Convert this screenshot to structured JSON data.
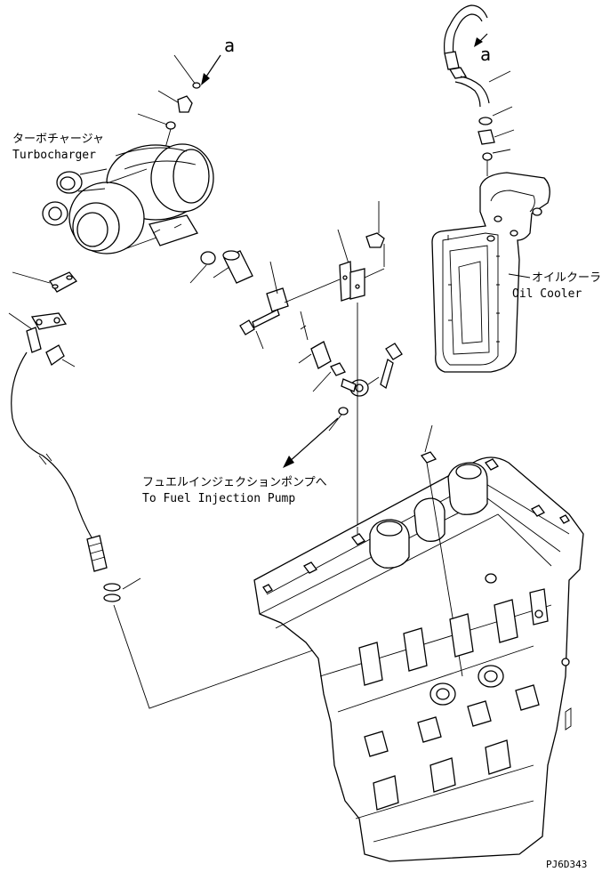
{
  "callout_a_left": "a",
  "callout_a_right": "a",
  "labels": {
    "turbo_jp": "ターボチャージャ",
    "turbo_en": "Turbocharger",
    "oil_cooler_jp": "オイルクーラ",
    "oil_cooler_en": "Oil Cooler",
    "fuel_pump_jp": "フュエルインジェクションポンプへ",
    "fuel_pump_en": "To Fuel Injection Pump"
  },
  "drawing_code": "PJ6D343"
}
